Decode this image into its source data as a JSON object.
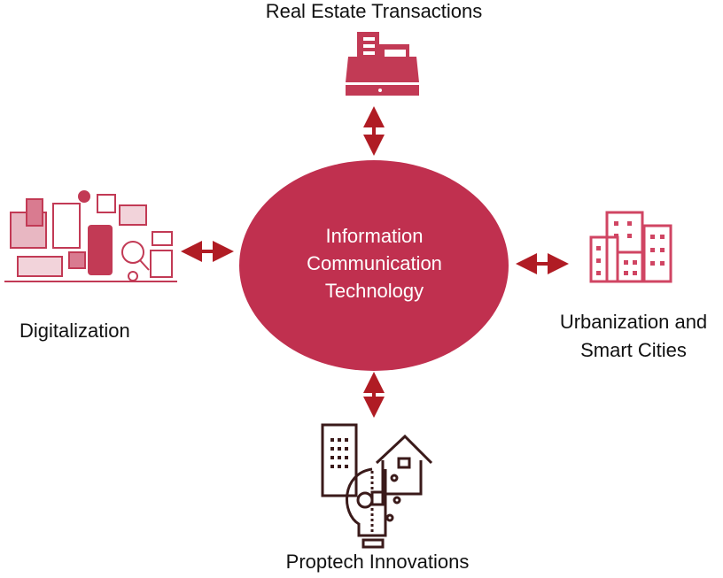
{
  "center": {
    "lines": [
      "Information",
      "Communication",
      "Technology"
    ]
  },
  "nodes": {
    "top": {
      "label": "Real Estate Transactions",
      "icon": "cash-register-icon"
    },
    "left": {
      "label": "Digitalization",
      "icon": "digital-collage-icon"
    },
    "right": {
      "label_lines": [
        "Urbanization and",
        "Smart Cities"
      ],
      "icon": "city-buildings-icon"
    },
    "bottom": {
      "label": "Proptech Innovations",
      "icon": "proptech-bulb-house-icon"
    }
  },
  "colors": {
    "ellipse": "#c0304f",
    "icon": "#c23a55",
    "arrow": "#b01c24",
    "outline_icon": "#3a1a1a"
  }
}
